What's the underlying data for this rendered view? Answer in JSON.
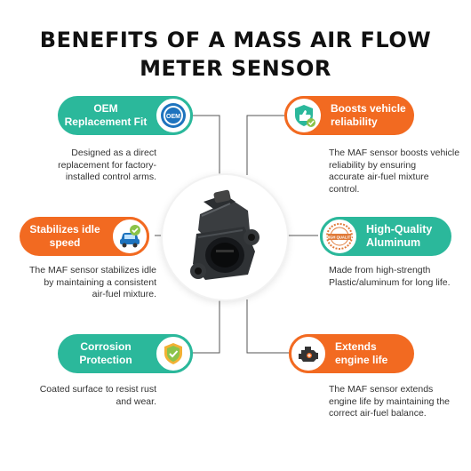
{
  "title": {
    "line1": "BENEFITS OF A MASS AIR FLOW",
    "line2": "METER SENSOR"
  },
  "benefits": [
    {
      "label_line1": "OEM",
      "label_line2": "Replacement Fit",
      "icon": "oem-seal-icon",
      "icon_text": "OEM",
      "description": [
        "Designed as a direct",
        "replacement for factory-",
        "installed control arms."
      ]
    },
    {
      "label_line1": "Boosts vehicle",
      "label_line2": "reliability",
      "icon": "thumbs-up-shield-icon",
      "description": [
        "The MAF sensor boosts vehicle",
        "reliability by ensuring",
        "accurate air-fuel mixture",
        "control."
      ]
    },
    {
      "label_line1": "Stabilizes idle",
      "label_line2": "speed",
      "icon": "car-check-icon",
      "description": [
        "The MAF sensor stabilizes idle",
        "by maintaining a consistent",
        "air-fuel mixture."
      ]
    },
    {
      "label_line1": "High-Quality",
      "label_line2": "Aluminum",
      "icon": "high-quality-stamp-icon",
      "icon_text": "HIGH QUALITY",
      "description": [
        "Made from high-strength",
        "Plastic/aluminum for long life."
      ]
    },
    {
      "label_line1": "Corrosion",
      "label_line2": "Protection",
      "icon": "shield-check-icon",
      "description": [
        "Coated surface to resist rust",
        "and wear."
      ]
    },
    {
      "label_line1": "Extends",
      "label_line2": "engine life",
      "icon": "engine-icon",
      "description": [
        "The MAF sensor extends",
        "engine life by maintaining the",
        "correct air-fuel balance."
      ]
    }
  ],
  "colors": {
    "teal": "#2bb89b",
    "orange": "#f26a21",
    "connector": "#555555"
  },
  "center_image": "mass-air-flow-sensor"
}
